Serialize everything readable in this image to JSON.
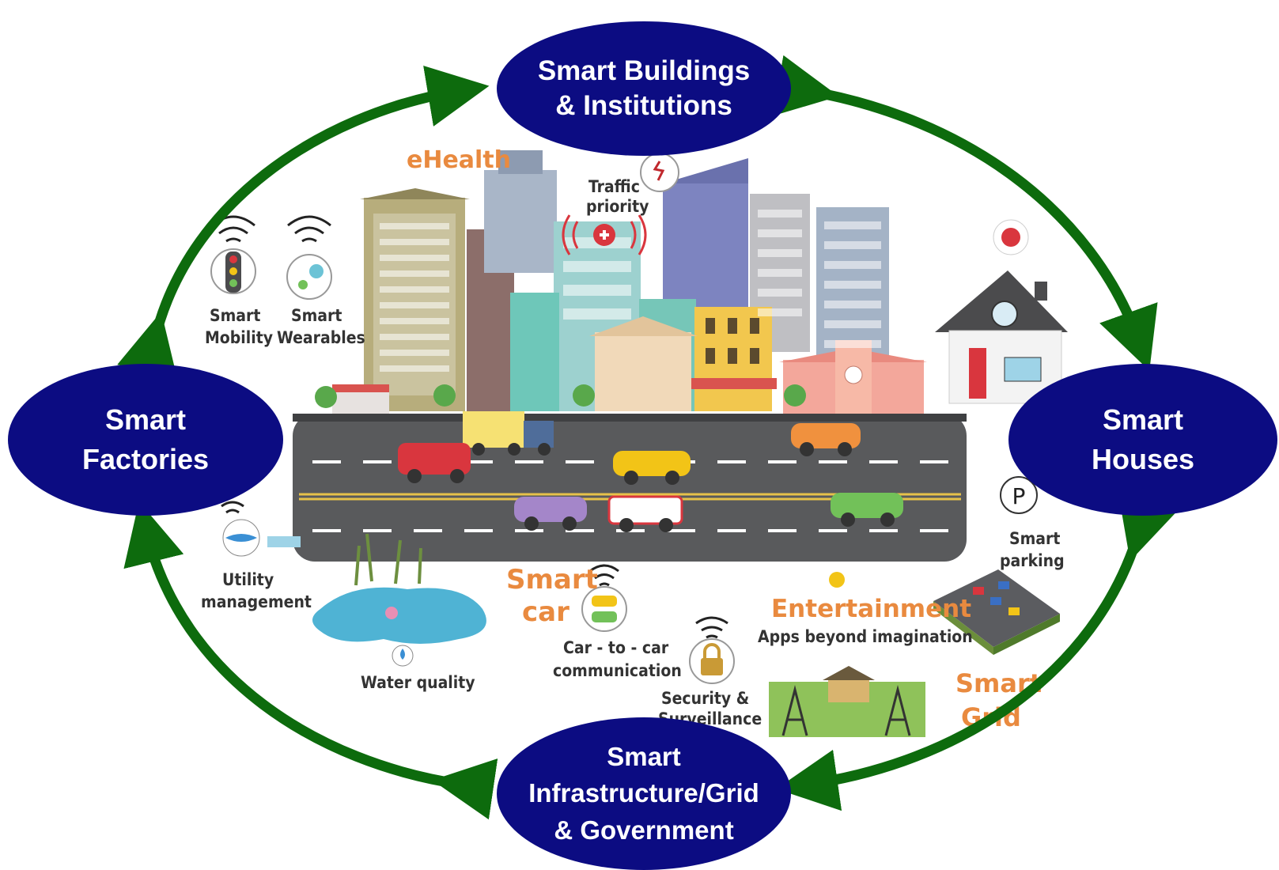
{
  "nodes": {
    "top": {
      "line1": "Smart Buildings",
      "line2": "& Institutions"
    },
    "left": {
      "line1": "Smart",
      "line2": "Factories"
    },
    "right": {
      "line1": "Smart",
      "line2": "Houses"
    },
    "bottom": {
      "line1": "Smart",
      "line2": "Infrastructure/Grid",
      "line3": "& Government"
    }
  },
  "labels": {
    "ehealth": "eHealth",
    "traffic1": "Traffic",
    "traffic2": "priority",
    "mobility1": "Smart",
    "mobility2": "Mobility",
    "wearables1": "Smart",
    "wearables2": "Wearables",
    "utility1": "Utility",
    "utility2": "management",
    "water": "Water quality",
    "smartcar1": "Smart",
    "smartcar2": "car",
    "c2c1": "Car - to - car",
    "c2c2": "communication",
    "security1": "Security &",
    "security2": "Surveillance",
    "entertainment": "Entertainment",
    "apps": "Apps beyond imagination",
    "parking1": "Smart",
    "parking2": "parking",
    "grid1": "Smart",
    "grid2": "Grid",
    "parking_sign": "P"
  },
  "colors": {
    "node_fill": "#0c0c82",
    "node_text": "#ffffff",
    "arrow": "#0d6b0d",
    "road": "#595a5c",
    "accent_orange": "#e98a3f"
  }
}
